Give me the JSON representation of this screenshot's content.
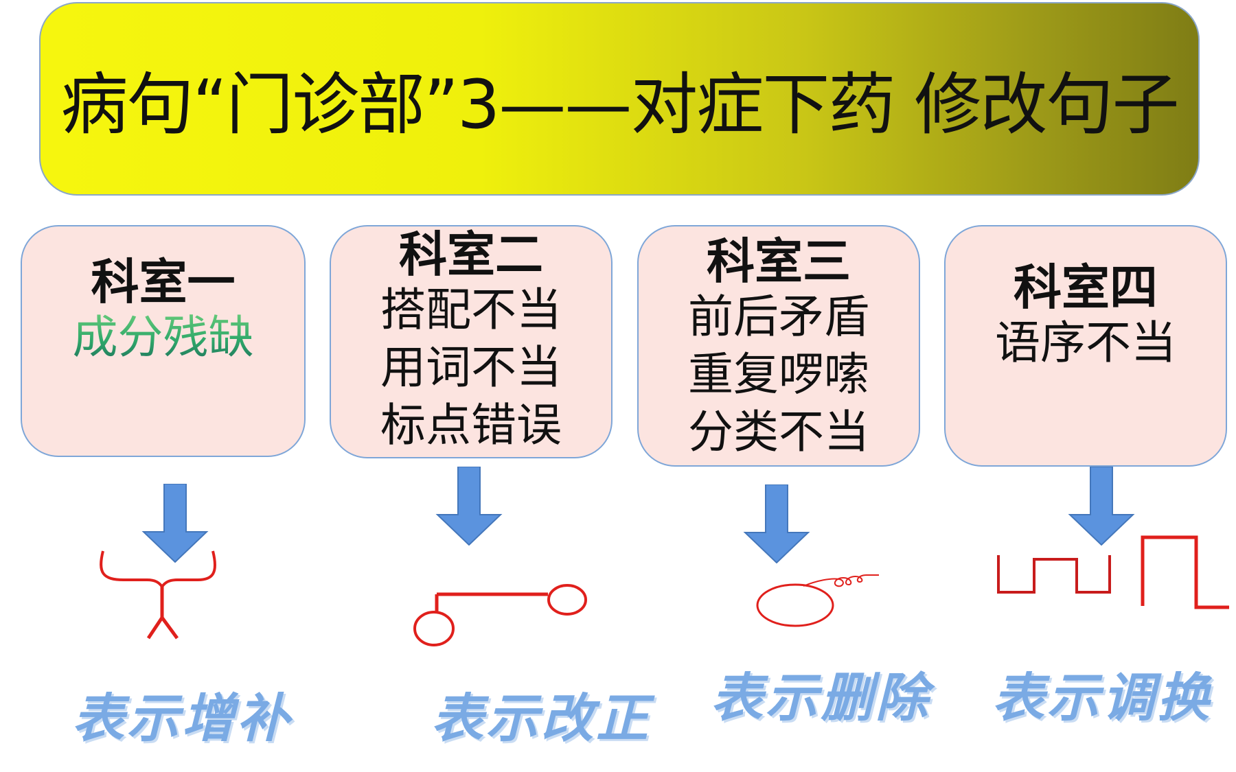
{
  "title": "病句“门诊部”3——对症下药 修改句子",
  "departments": [
    {
      "name": "科室一",
      "lines": [
        "成分残缺"
      ],
      "meaning": "表示增补",
      "symbol": "insert-mark-icon"
    },
    {
      "name": "科室二",
      "lines": [
        "搭配不当",
        "用词不当",
        "标点错误"
      ],
      "meaning": "表示改正",
      "symbol": "correction-mark-icon"
    },
    {
      "name": "科室三",
      "lines": [
        "前后矛盾",
        "重复啰嗦",
        "分类不当"
      ],
      "meaning": "表示删除",
      "symbol": "deletion-mark-icon"
    },
    {
      "name": "科室四",
      "lines": [
        "语序不当"
      ],
      "meaning": "表示调换",
      "symbol": "transposition-mark-icon"
    }
  ],
  "colors": {
    "banner_gradient": [
      "#f6f60e",
      "#7f7d15"
    ],
    "box_fill": "#fce4e0",
    "box_border": "#7ea6d8",
    "arrow": "#5b93de",
    "mark": "#e0201c",
    "meaning_text": "#7aaae4",
    "green_text": "#2fa86a"
  }
}
